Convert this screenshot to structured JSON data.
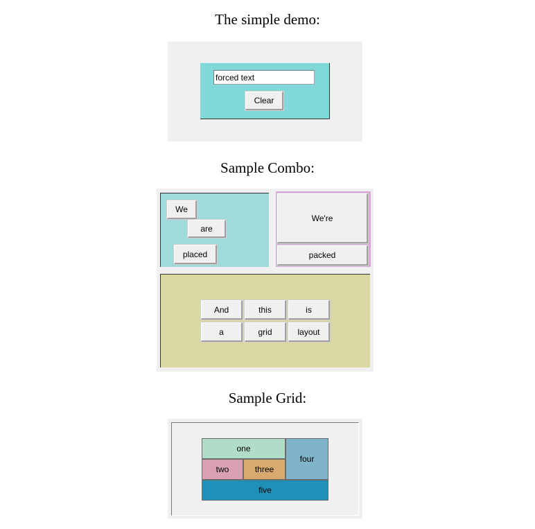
{
  "simple_demo": {
    "heading": "The simple demo:",
    "entry_value": "forced text",
    "clear_label": "Clear",
    "colors": {
      "outer": "#f0f0f0",
      "frame": "#80d8d8"
    }
  },
  "combo": {
    "heading": "Sample Combo:",
    "placed": [
      "We",
      "are",
      "placed"
    ],
    "packed": [
      "We're",
      "packed"
    ],
    "grid": [
      "And",
      "this",
      "is",
      "a",
      "grid",
      "layout"
    ],
    "colors": {
      "outer": "#f0f0f0",
      "placed_frame": "#a0dada",
      "packed_border": "#d8a8d8",
      "grid_frame": "#d8d8a0"
    }
  },
  "sample_grid": {
    "heading": "Sample Grid:",
    "cells": {
      "one": "one",
      "two": "two",
      "three": "three",
      "four": "four",
      "five": "five"
    },
    "colors": {
      "one": "#b0dcc8",
      "two": "#d8a0b0",
      "three": "#d8aa70",
      "four": "#80b4c8",
      "five": "#2090b8",
      "outer": "#f0f0f0"
    }
  }
}
